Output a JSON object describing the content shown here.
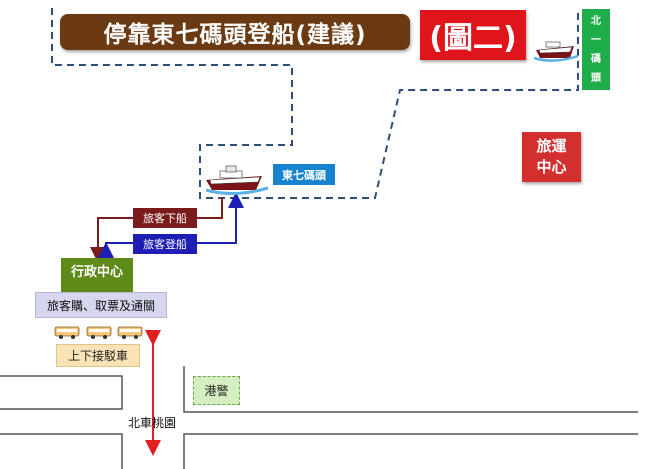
{
  "title": "停靠東七碼頭登船(建議)",
  "figure_label": "(圖二)",
  "north_pier": [
    "北",
    "一",
    "碼",
    "頭"
  ],
  "travel_center": [
    "旅運",
    "中心"
  ],
  "pier_label": "東七碼頭",
  "flows": {
    "disembark": "旅客下船",
    "embark": "旅客登船"
  },
  "admin_center": "行政中心",
  "passenger_services": "旅客購、取票及通關",
  "shuttle": "上下接駁車",
  "harbor_police": "港警",
  "road_direction": "北車桃園",
  "colors": {
    "title_bg": "#6b3a12",
    "figure_bg": "#e0141b",
    "north_pier_bg": "#1fad4a",
    "travel_center_bg": "#d32f2f",
    "pier_label_bg": "#1783cf",
    "disembark": "#7a1c1c",
    "embark": "#1e1eb5",
    "admin_bg": "#5e8a1a",
    "road_arrow": "#e02020",
    "dock_line": "#2d4f7c"
  },
  "icons": [
    "ship-icon",
    "bus-icon"
  ]
}
